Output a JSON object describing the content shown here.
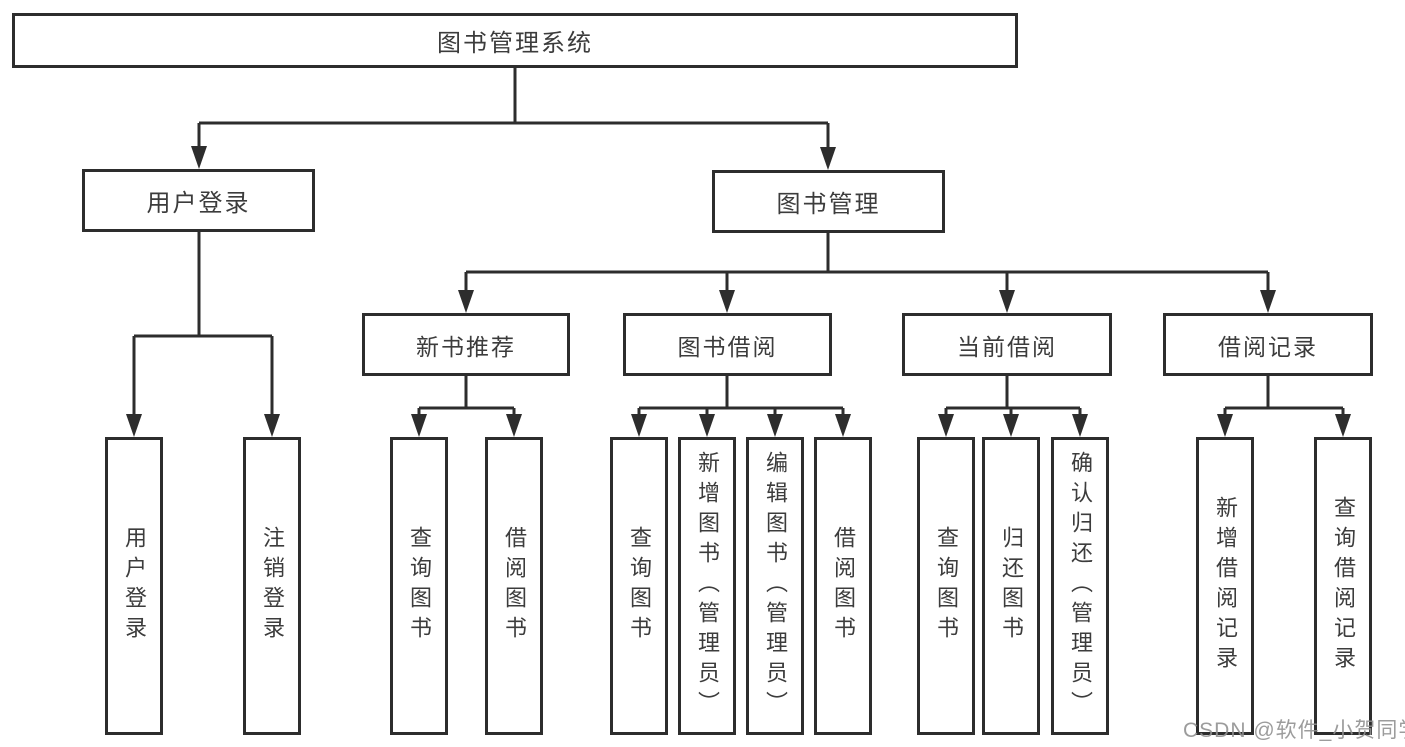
{
  "tree": {
    "root": {
      "label": "图书管理系统",
      "children": [
        {
          "label": "用户登录",
          "children": [
            {
              "label": "用户登录"
            },
            {
              "label": "注销登录"
            }
          ]
        },
        {
          "label": "图书管理",
          "children": [
            {
              "label": "新书推荐",
              "children": [
                {
                  "label": "查询图书"
                },
                {
                  "label": "借阅图书"
                }
              ]
            },
            {
              "label": "图书借阅",
              "children": [
                {
                  "label": "查询图书"
                },
                {
                  "label": "新增图书（管理员）"
                },
                {
                  "label": "编辑图书（管理员）"
                },
                {
                  "label": "借阅图书"
                }
              ]
            },
            {
              "label": "当前借阅",
              "children": [
                {
                  "label": "查询图书"
                },
                {
                  "label": "归还图书"
                },
                {
                  "label": "确认归还（管理员）"
                }
              ]
            },
            {
              "label": "借阅记录",
              "children": [
                {
                  "label": "新增借阅记录"
                },
                {
                  "label": "查询借阅记录"
                }
              ]
            }
          ]
        }
      ]
    }
  },
  "watermark": {
    "text": "CSDN @软件_小贺同学"
  },
  "colors": {
    "line": "#2d2d2d",
    "box_border": "#2d2d2d",
    "box_fill": "#ffffff",
    "text": "#3c3c3c",
    "watermark": "#919191",
    "background": "#ffffff"
  }
}
